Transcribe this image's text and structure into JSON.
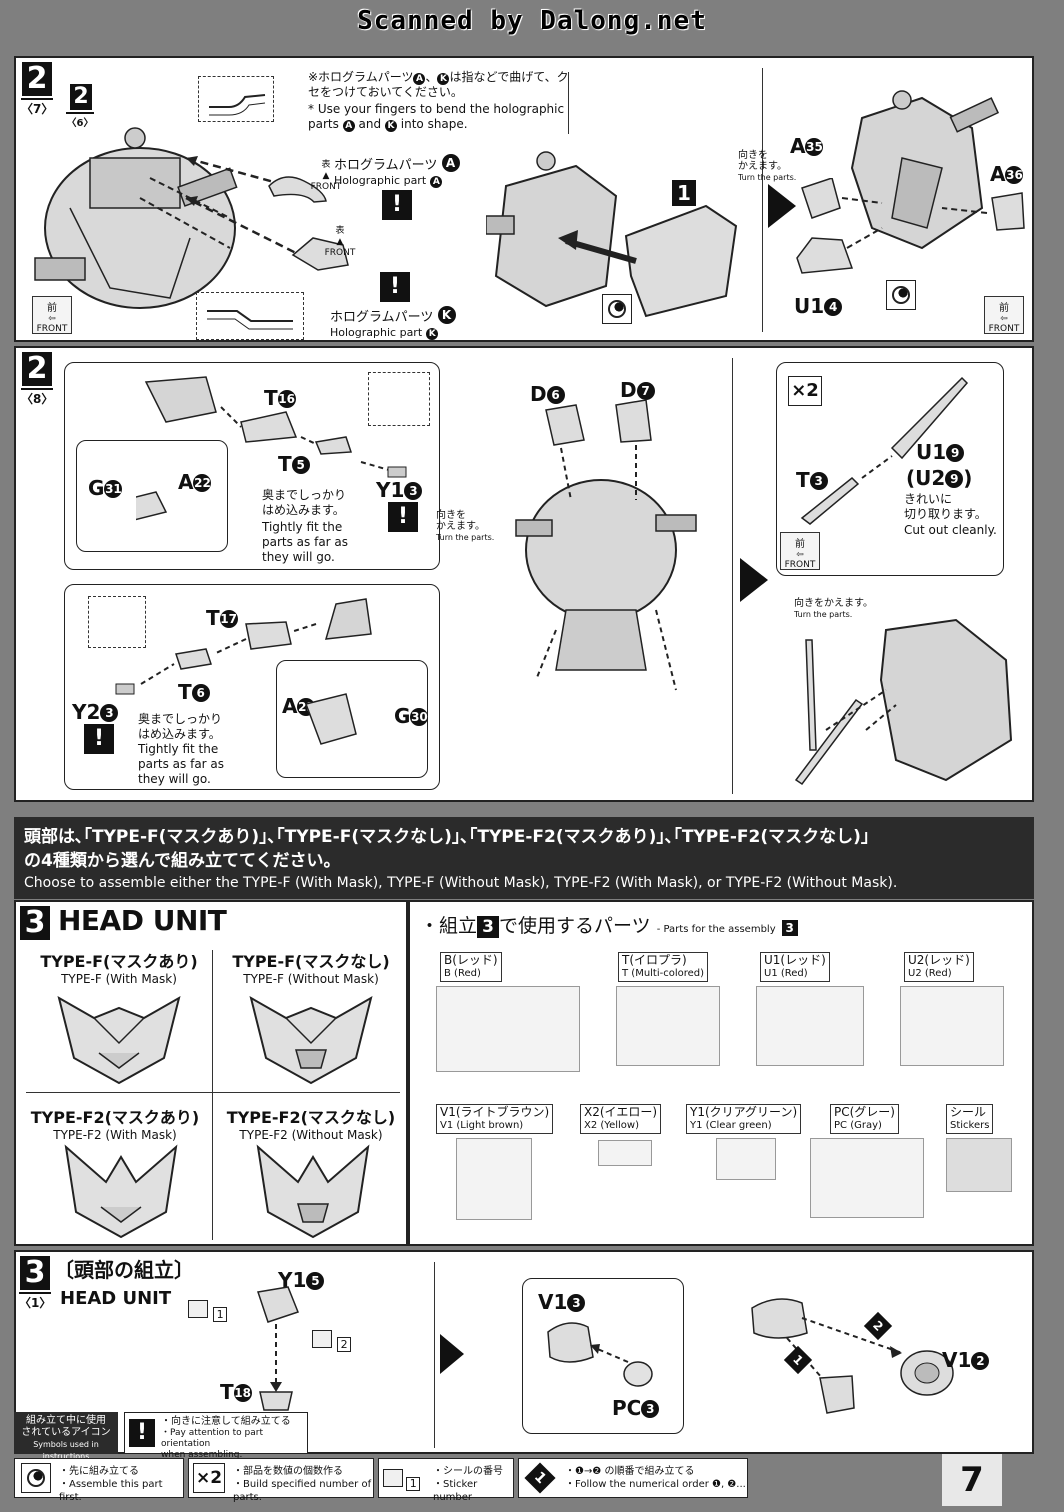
{
  "watermark": "Scanned by Dalong.net",
  "step2_7": {
    "step": "2",
    "sub": "〈7〉",
    "ref_step": "2",
    "ref_sub": "〈6〉",
    "note_jp": "※ホログラムパーツ",
    "note_jp_a": "A",
    "note_jp_mid": "、",
    "note_jp_k": "K",
    "note_jp_end": "は指などで曲げて、クセをつけておいてください。",
    "note_en": "* Use your fingers to bend the holographic parts",
    "note_en_a": "A",
    "note_en_and": "and",
    "note_en_k": "K",
    "note_en_end": "into shape.",
    "omote": "表",
    "front_small": "FRONT",
    "holo_a_jp": "ホログラムパーツ",
    "holo_a_letter": "A",
    "holo_a_en": "Holographic part",
    "holo_k_jp": "ホログラムパーツ",
    "holo_k_letter": "K",
    "holo_k_en": "Holographic part",
    "warn": "!",
    "front_jp": "前",
    "front_en": "FRONT",
    "step_marker": "1",
    "turn_jp": "向きを\nかえます。",
    "turn_en": "Turn the parts.",
    "part_a35": "A",
    "num_35": "35",
    "part_a36": "A",
    "num_36": "36",
    "part_u14": "U1",
    "num_4": "4"
  },
  "step2_8": {
    "step": "2",
    "sub": "〈8〉",
    "t16": "T",
    "n16": "16",
    "t5": "T",
    "n5": "5",
    "g31": "G",
    "n31": "31",
    "a22": "A",
    "n22": "22",
    "y13": "Y1",
    "n3": "3",
    "tight_jp": "奥までしっかり\nはめ込みます。",
    "tight_en": "Tightly fit the\nparts as far as\nthey will go.",
    "turn_jp": "向きを\nかえます。",
    "turn_en": "Turn the parts.",
    "d6": "D",
    "n6": "6",
    "d7": "D",
    "n7": "7",
    "t17": "T",
    "n17": "17",
    "t6": "T",
    "n6b": "6",
    "y23": "Y2",
    "n3b": "3",
    "a23": "A",
    "n23": "23",
    "g30": "G",
    "n30": "30",
    "x2": "×2",
    "u19": "U1",
    "n9": "9",
    "u29": "(U2",
    "n9b": "9",
    "u29_end": ")",
    "t3": "T",
    "n3c": "3",
    "cut_jp": "きれいに\n切り取ります。",
    "cut_en": "Cut out cleanly.",
    "front_jp": "前",
    "front_en": "FRONT",
    "turn2_jp": "向きをかえます。",
    "turn2_en": "Turn the parts."
  },
  "banner": {
    "jp1": "頭部は､｢TYPE-F(マスクあり)｣､｢TYPE-F(マスクなし)｣､｢TYPE-F2(マスクあり)｣､｢TYPE-F2(マスクなし)｣",
    "jp2": "の4種類から選んで組み立ててください。",
    "en": "Choose to assemble either the TYPE-F (With Mask), TYPE-F (Without Mask), TYPE-F2 (With Mask), or TYPE-F2 (Without Mask)."
  },
  "step3": {
    "step": "3",
    "title": "HEAD UNIT",
    "types": [
      {
        "jp": "TYPE-F(マスクあり)",
        "en": "TYPE-F (With Mask)"
      },
      {
        "jp": "TYPE-F(マスクなし)",
        "en": "TYPE-F (Without Mask)"
      },
      {
        "jp": "TYPE-F2(マスクあり)",
        "en": "TYPE-F2 (With Mask)"
      },
      {
        "jp": "TYPE-F2(マスクなし)",
        "en": "TYPE-F2 (Without Mask)"
      }
    ],
    "parts_jp_pre": "・組立",
    "parts_num": "3",
    "parts_jp_post": "で使用するパーツ",
    "parts_en": "- Parts for the assembly",
    "runners": [
      {
        "jp": "B(レッド)",
        "en": "B (Red)"
      },
      {
        "jp": "T(イロプラ)",
        "en": "T (Multi-colored)"
      },
      {
        "jp": "U1(レッド)",
        "en": "U1 (Red)"
      },
      {
        "jp": "U2(レッド)",
        "en": "U2 (Red)"
      },
      {
        "jp": "V1(ライトブラウン)",
        "en": "V1 (Light brown)"
      },
      {
        "jp": "X2(イエロー)",
        "en": "X2 (Yellow)"
      },
      {
        "jp": "Y1(クリアグリーン)",
        "en": "Y1 (Clear green)"
      },
      {
        "jp": "PC(グレー)",
        "en": "PC (Gray)"
      },
      {
        "jp": "シール",
        "en": "Stickers"
      }
    ]
  },
  "step3_1": {
    "step": "3",
    "jp": "〔頭部の組立〕",
    "sub": "〈1〉",
    "en": "HEAD UNIT",
    "y15": "Y1",
    "n5": "5",
    "t18": "T",
    "n18": "18",
    "sticker1": "1",
    "sticker2": "2",
    "v13": "V1",
    "n3": "3",
    "pc3": "PC",
    "n3b": "3",
    "v12": "V1",
    "n2": "2",
    "o1": "1",
    "o2": "2"
  },
  "legend": {
    "symbols_jp": "組み立て中に使用\nされているアイコン",
    "symbols_en": "Symbols used in instructions",
    "orient_jp": "・向きに注意して組み立てる",
    "orient_en": "・Pay attention to part orientation\n  when assembling.",
    "first_jp": "・先に組み立てる",
    "first_en": "・Assemble this part first.",
    "x2": "×2",
    "count_jp": "・部品を数値の個数作る",
    "count_en": "・Build specified number of parts.",
    "sticker_num": "1",
    "sticker_jp": "・シールの番号",
    "sticker_en": "・Sticker number",
    "order_num": "1",
    "order_jp": "・❶→❷ の順番で組み立てる",
    "order_en": "・Follow the numerical order ❶, ❷..."
  },
  "page_number": "7"
}
